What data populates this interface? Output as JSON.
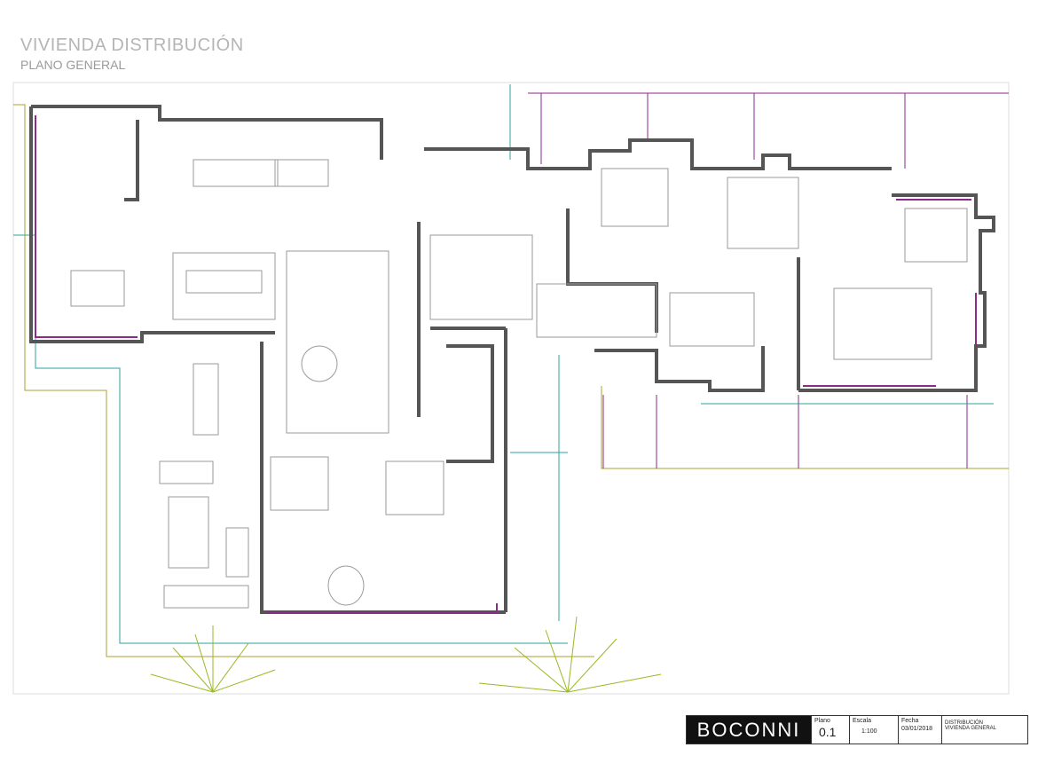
{
  "header": {
    "title": "VIVIENDA DISTRIBUCIÓN",
    "subtitle": "PLANO GENERAL"
  },
  "title_block": {
    "logo": "BOCONNI",
    "plano_label": "Plano",
    "plano_value": "0.1",
    "escala_label": "Escala",
    "escala_value": "1:100",
    "fecha_label": "Fecha",
    "fecha_value": "03/01/2018",
    "description_line1": "DISTRIBUCIÓN",
    "description_line2": "VIVIENDA GENERAL"
  },
  "colors": {
    "wall": "#555555",
    "purple": "#8a2a8a",
    "teal": "#2aa3a0",
    "olive": "#a8a030",
    "furniture": "#9a9a9a",
    "palm": "#9ab820"
  }
}
